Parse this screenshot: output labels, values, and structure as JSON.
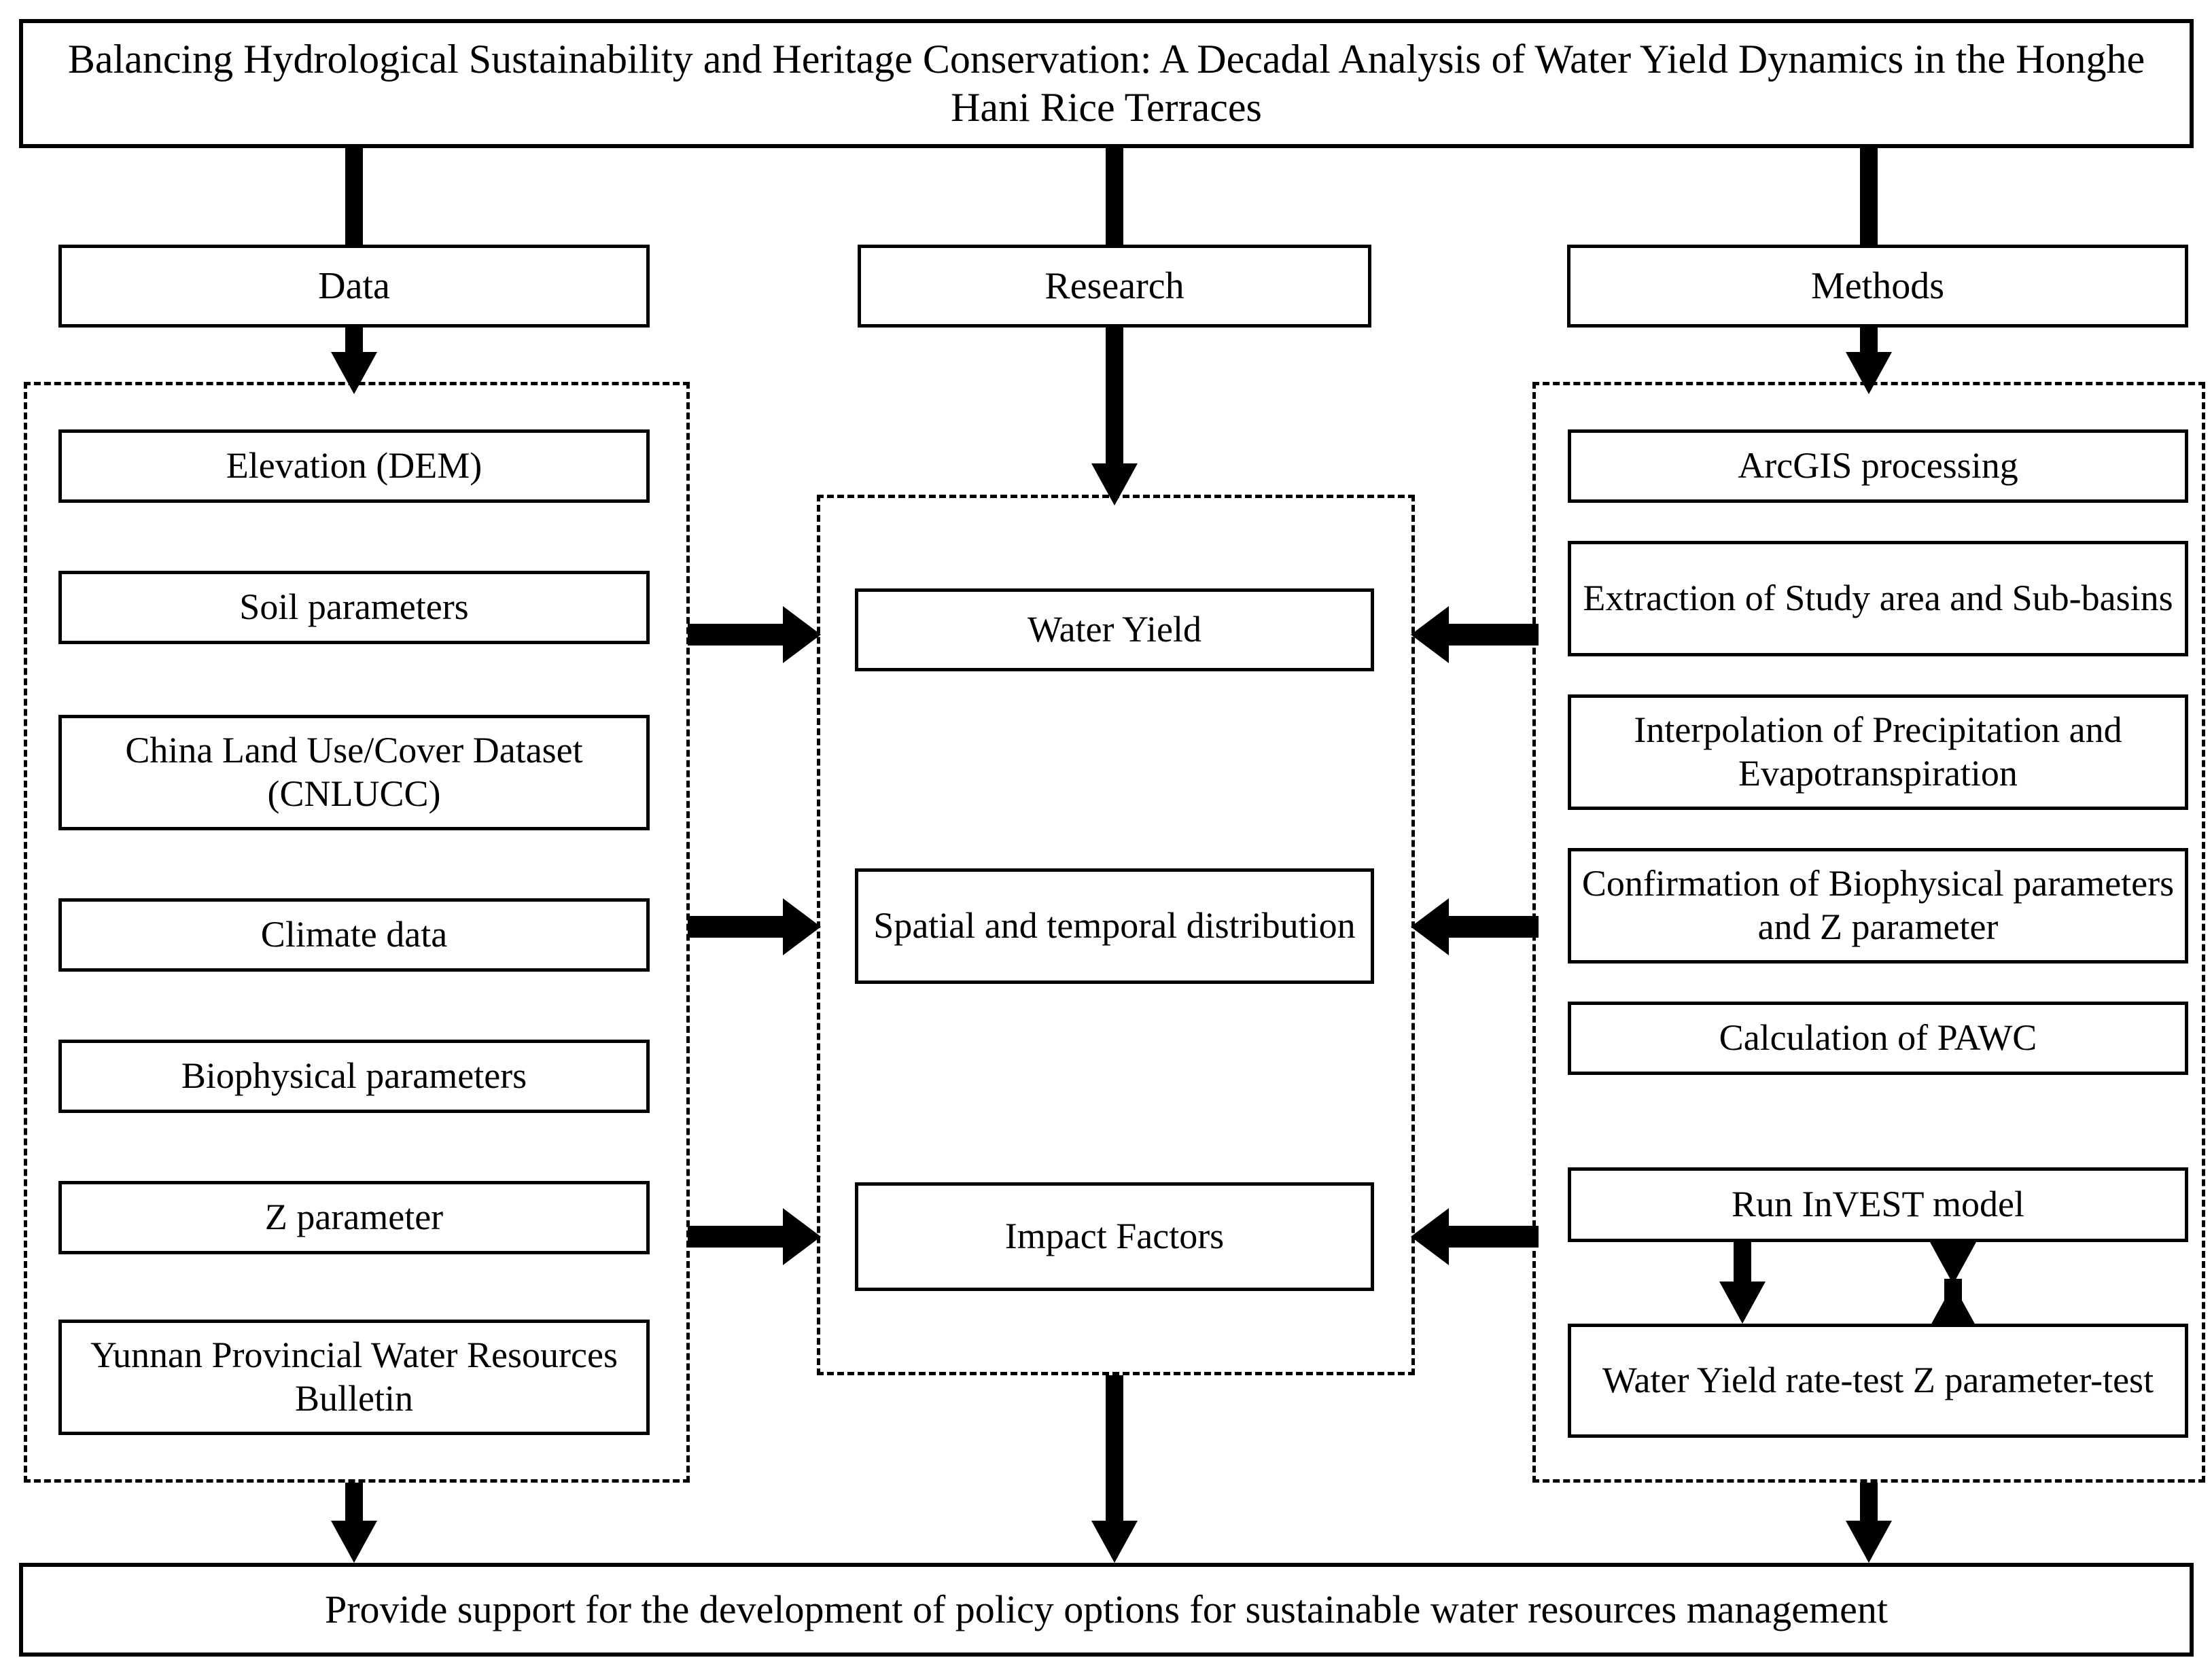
{
  "diagram": {
    "title": "Balancing Hydrological Sustainability and Heritage Conservation: A Decadal Analysis of Water Yield Dynamics in the Honghe Hani Rice Terraces",
    "footer": "Provide support for the development of policy options for sustainable water resources management",
    "columns": {
      "data": {
        "header": "Data",
        "items": [
          "Elevation (DEM)",
          "Soil parameters",
          "China Land Use/Cover Dataset (CNLUCC)",
          "Climate data",
          "Biophysical parameters",
          "Z parameter",
          "Yunnan Provincial Water Resources Bulletin"
        ]
      },
      "research": {
        "header": "Research",
        "items": [
          "Water Yield",
          "Spatial and temporal distribution",
          "Impact Factors"
        ]
      },
      "methods": {
        "header": "Methods",
        "items": [
          "ArcGIS processing",
          "Extraction of Study area and Sub-basins",
          "Interpolation of Precipitation and Evapotranspiration",
          "Confirmation of Biophysical parameters and Z parameter",
          "Calculation of PAWC",
          "Run InVEST model",
          "Water Yield rate-test Z parameter-test"
        ]
      }
    },
    "colors": {
      "stroke": "#000000",
      "fill": "#ffffff",
      "text": "#000000"
    }
  }
}
